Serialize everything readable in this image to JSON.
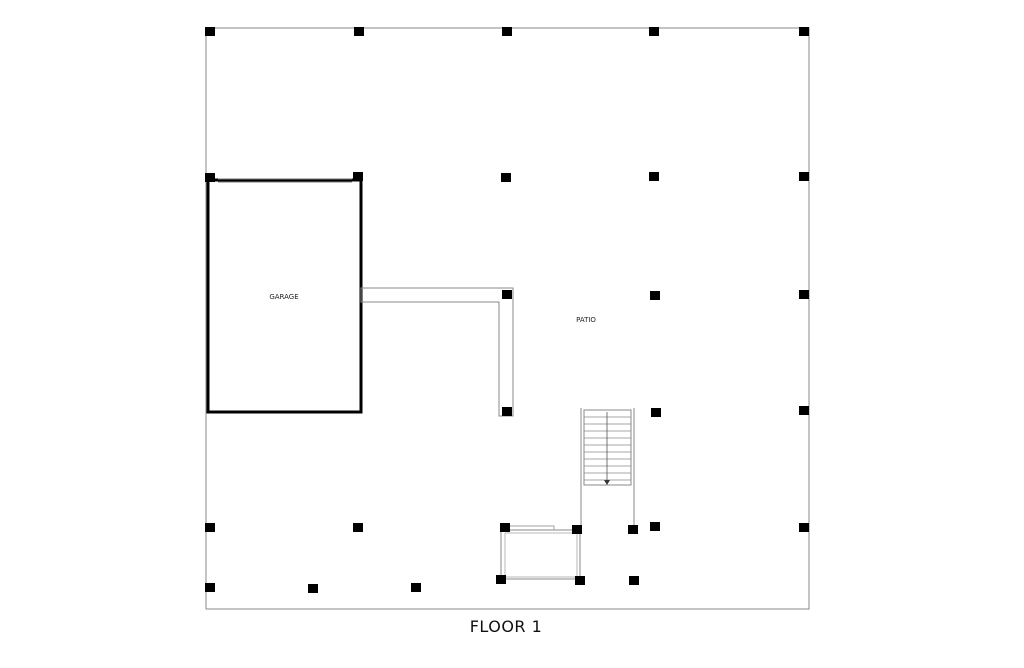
{
  "plan": {
    "title": "FLOOR 1",
    "rooms": {
      "garage": "GARAGE",
      "patio": "PATIO"
    },
    "colors": {
      "wall": "#000000",
      "outline": "#8a8a8a",
      "column": "#000000",
      "background": "#ffffff"
    }
  }
}
